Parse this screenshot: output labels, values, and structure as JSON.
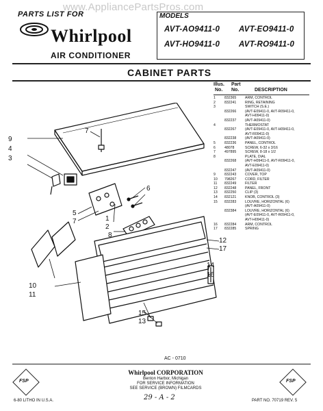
{
  "watermark": "www.AppliancePartsPros.com",
  "header": {
    "parts_list_for": "PARTS LIST FOR",
    "brand": "Whirlpool",
    "subtitle": "AIR CONDITIONER",
    "models_label": "MODELS",
    "models": [
      "AVT-AO9411-0",
      "AVT-EO9411-0",
      "AVT-HO9411-0",
      "AVT-RO9411-0"
    ]
  },
  "section_title": "CABINET PARTS",
  "parts_list": {
    "head_illus": "Illus.",
    "head_no": "No.",
    "head_part": "Part",
    "head_part_no": "No.",
    "head_desc": "DESCRIPTION",
    "rows": [
      [
        "1",
        "832365",
        "ARM, CONTROL"
      ],
      [
        "2",
        "832241",
        "RING, RETAINING"
      ],
      [
        "3",
        "",
        "SWITCH (S.E.)"
      ],
      [
        "",
        "832266",
        "(AVT-E09411-0, AVT-R09411-0,"
      ],
      [
        "",
        "",
        "AVT-H09411-0)"
      ],
      [
        "",
        "832237",
        "(AVT-A09411-0)"
      ],
      [
        "4",
        "",
        "THERMOSTAT"
      ],
      [
        "",
        "832267",
        "(AVT-E09411-0, AVT-H09411-0,"
      ],
      [
        "",
        "",
        "AVT-R09411-0)"
      ],
      [
        "",
        "832238",
        "(AVT-A09411-0)"
      ],
      [
        "5",
        "832236",
        "PANEL, CONTROL"
      ],
      [
        "6",
        "48078",
        "SCREW, 6-32 x 3/16"
      ],
      [
        "7",
        "497895",
        "SCREW, 8-18 x 1/2"
      ],
      [
        "8",
        "",
        "PLATE, DIAL"
      ],
      [
        "",
        "832268",
        "(AVT-H09411-0, AVT-R09411-0,"
      ],
      [
        "",
        "",
        "AVT-E09411-0)"
      ],
      [
        "",
        "832247",
        "(AVT-A09411-0)"
      ],
      [
        "9",
        "832243",
        "COVER, TOP"
      ],
      [
        "10",
        "798267",
        "CORD, FILTER"
      ],
      [
        "11",
        "832249",
        "FILTER"
      ],
      [
        "12",
        "832248",
        "PANEL, FRONT"
      ],
      [
        "13",
        "832250",
        "CLIP (3)"
      ],
      [
        "14",
        "832121",
        "KNOB, CONTROL (3)"
      ],
      [
        "15",
        "832283",
        "LOUVRE, HORIZONTAL (6)"
      ],
      [
        "",
        "",
        "(AVT-A09411-0)"
      ],
      [
        "",
        "832384",
        "LOUVRE, HORIZONTAL (6)"
      ],
      [
        "",
        "",
        "(AVT-E09411-0, AVT-R09411-0,"
      ],
      [
        "",
        "",
        "AVT-H09411-0)"
      ],
      [
        "16",
        "832284",
        "ARM, CONTROL"
      ],
      [
        "17",
        "832285",
        "SPRING"
      ]
    ]
  },
  "diagram": {
    "refs": [
      "9",
      "4",
      "3",
      "7",
      "6",
      "5",
      "7",
      "1",
      "2",
      "8",
      "10",
      "11",
      "12",
      "17",
      "14",
      "16",
      "15",
      "13"
    ],
    "drawing_code": "AC - 0710"
  },
  "footer": {
    "fsp": "FSP",
    "company": "Whirlpool CORPORATION",
    "address": "Benton Harbor, Michigan",
    "service_info": "FOR SERVICE INFORMATION",
    "service_cards": "SEE SERVICE (BROWN) FILMCARDS",
    "handwritten": "29 - A - 2",
    "printed": "6-80 LITHO IN U.S.A.",
    "part_no": "PART NO. 70719 REV. 5"
  },
  "colors": {
    "ink": "#111111",
    "watermark": "#c8c8c8",
    "paper": "#ffffff"
  }
}
